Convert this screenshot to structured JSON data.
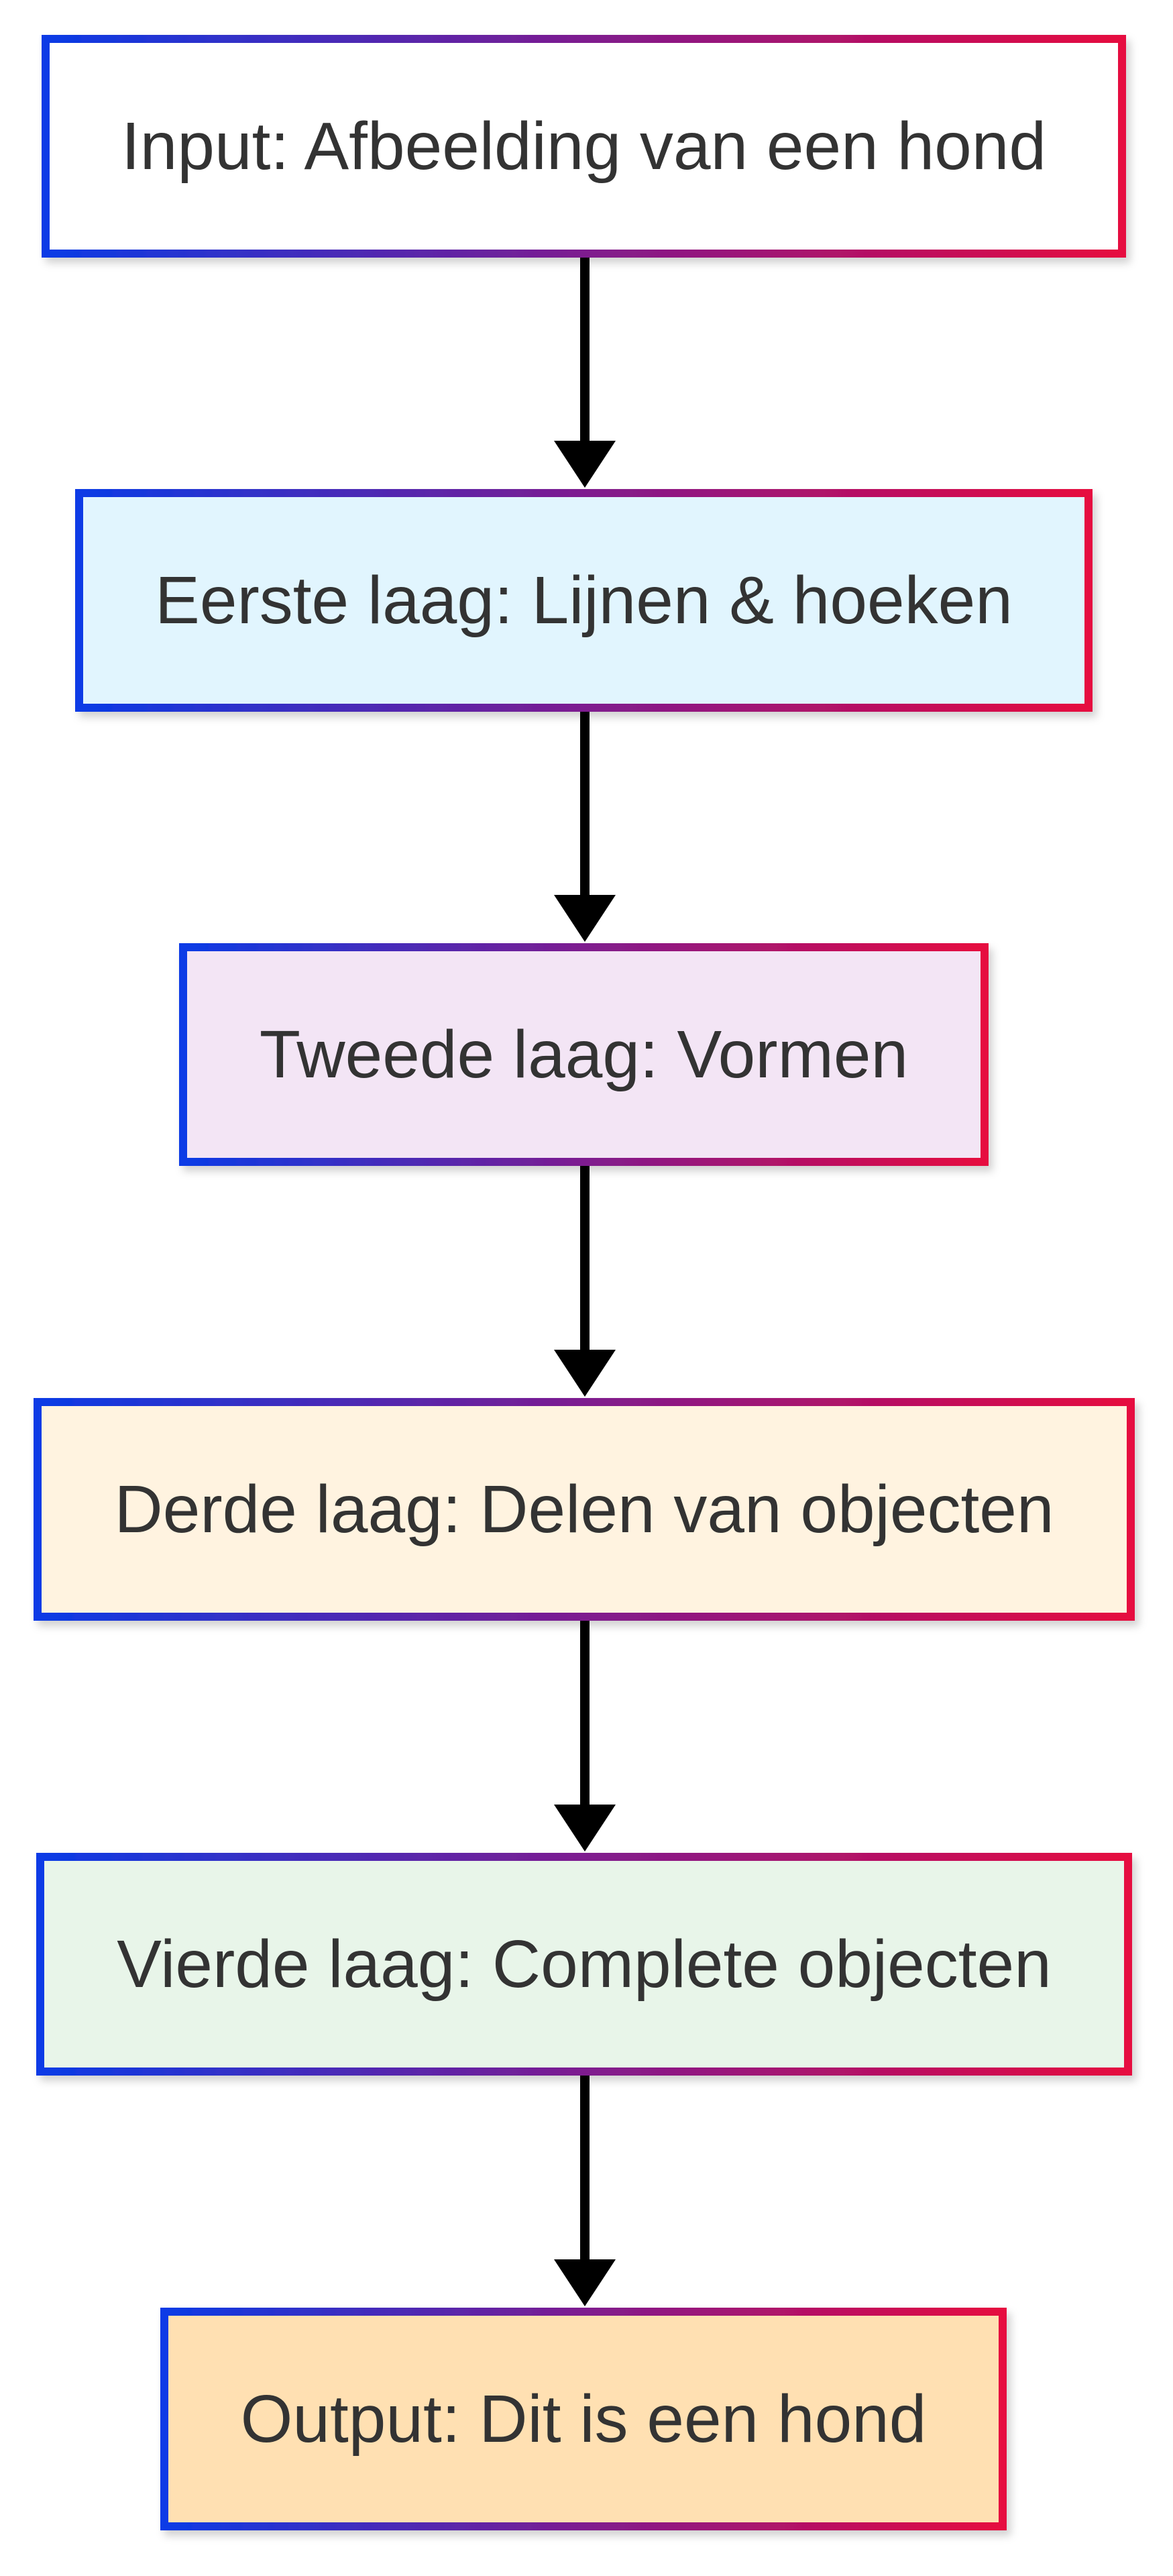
{
  "diagram": {
    "type": "flowchart",
    "direction": "top-to-bottom",
    "border_gradient": [
      "#0A3BE6",
      "#7E1C8F",
      "#E6073F"
    ],
    "arrow_color": "#000000",
    "text_color": "#333333",
    "nodes": [
      {
        "id": "input",
        "label": "Input: Afbeelding van een hond",
        "fill": "#FFFFFF"
      },
      {
        "id": "layer1",
        "label": "Eerste laag: Lijnen & hoeken",
        "fill": "#E1F5FE"
      },
      {
        "id": "layer2",
        "label": "Tweede laag: Vormen",
        "fill": "#F3E5F5"
      },
      {
        "id": "layer3",
        "label": "Derde laag: Delen van objecten",
        "fill": "#FFF3E0"
      },
      {
        "id": "layer4",
        "label": "Vierde laag: Complete objecten",
        "fill": "#E8F5E9"
      },
      {
        "id": "output",
        "label": "Output: Dit is een hond",
        "fill": "#FFE0B2"
      }
    ],
    "edges": [
      {
        "from": "input",
        "to": "layer1"
      },
      {
        "from": "layer1",
        "to": "layer2"
      },
      {
        "from": "layer2",
        "to": "layer3"
      },
      {
        "from": "layer3",
        "to": "layer4"
      },
      {
        "from": "layer4",
        "to": "output"
      }
    ]
  }
}
